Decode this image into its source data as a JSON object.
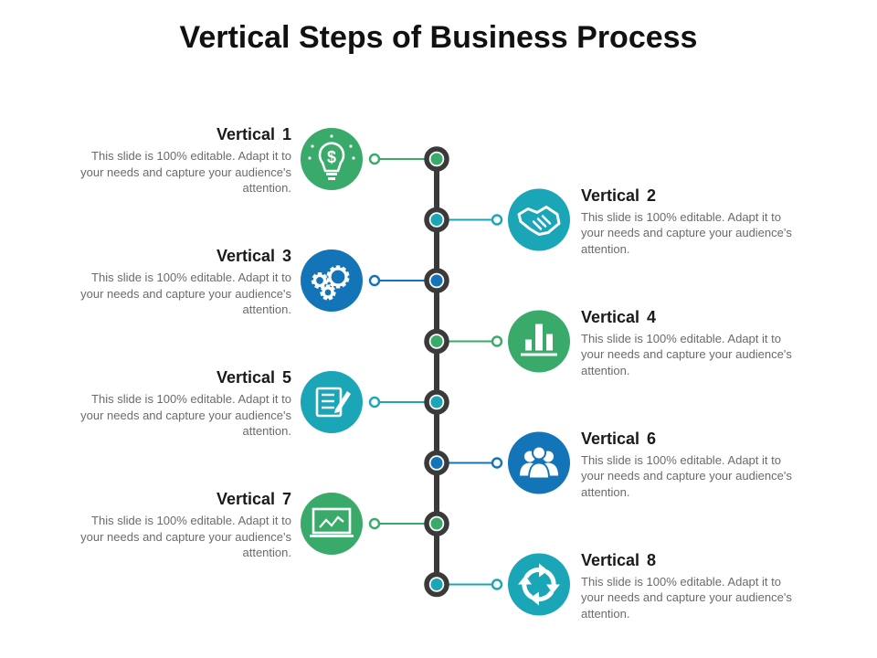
{
  "title": "Vertical Steps of Business Process",
  "colors": {
    "green": "#3aaa6a",
    "teal": "#1aa6b7",
    "blue": "#1474b8",
    "spine": "#3a3a3a"
  },
  "steps": [
    {
      "title": "Vertical 1",
      "desc": "This slide is 100% editable. Adapt it to your needs and capture your audience's attention.",
      "side": "left",
      "color": "green",
      "icon": "lightbulb-dollar-icon"
    },
    {
      "title": "Vertical 2",
      "desc": "This slide is 100% editable. Adapt it to your needs and capture your audience's attention.",
      "side": "right",
      "color": "teal",
      "icon": "handshake-icon"
    },
    {
      "title": "Vertical 3",
      "desc": "This slide is 100% editable. Adapt it to your needs and capture your audience's attention.",
      "side": "left",
      "color": "blue",
      "icon": "gears-icon"
    },
    {
      "title": "Vertical 4",
      "desc": "This slide is 100% editable. Adapt it to your needs and capture your audience's attention.",
      "side": "right",
      "color": "green",
      "icon": "bar-chart-icon"
    },
    {
      "title": "Vertical 5",
      "desc": "This slide is 100% editable. Adapt it to your needs and capture your audience's attention.",
      "side": "left",
      "color": "teal",
      "icon": "checklist-icon"
    },
    {
      "title": "Vertical 6",
      "desc": "This slide is 100% editable. Adapt it to your needs and capture your audience's attention.",
      "side": "right",
      "color": "blue",
      "icon": "team-icon"
    },
    {
      "title": "Vertical 7",
      "desc": "This slide is 100% editable. Adapt it to your needs and capture your audience's attention.",
      "side": "left",
      "color": "green",
      "icon": "presentation-icon"
    },
    {
      "title": "Vertical 8",
      "desc": "This slide is 100% editable. Adapt it to your needs and capture your audience's attention.",
      "side": "right",
      "color": "teal",
      "icon": "cycle-arrows-icon"
    }
  ]
}
